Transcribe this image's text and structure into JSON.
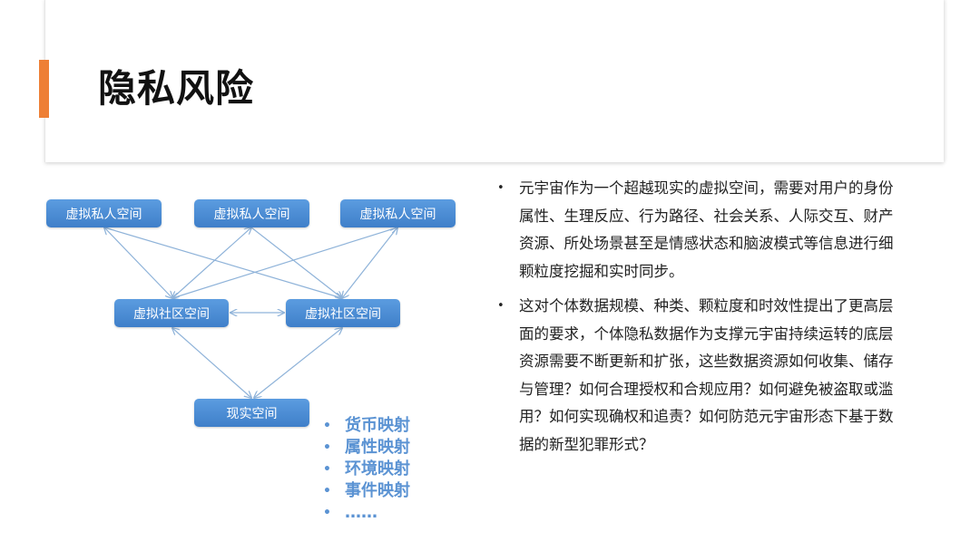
{
  "header": {
    "title": "隐私风险",
    "accent_color": "#ee7f35"
  },
  "diagram": {
    "node_color": "#4a8bd6",
    "edge_color": "#8fb3d9",
    "nodes": {
      "private_1": "虚拟私人空间",
      "private_2": "虚拟私人空间",
      "private_3": "虚拟私人空间",
      "community_1": "虚拟社区空间",
      "community_2": "虚拟社区空间",
      "reality": "现实空间"
    },
    "mappings": [
      "货币映射",
      "属性映射",
      "环境映射",
      "事件映射",
      "……"
    ]
  },
  "bullets": [
    "元宇宙作为一个超越现实的虚拟空间，需要对用户的身份属性、生理反应、行为路径、社会关系、人际交互、财产资源、所处场景甚至是情感状态和脑波模式等信息进行细颗粒度挖掘和实时同步。",
    "这对个体数据规模、种类、颗粒度和时效性提出了更高层面的要求，个体隐私数据作为支撑元宇宙持续运转的底层资源需要不断更新和扩张，这些数据资源如何收集、储存与管理？如何合理授权和合规应用？如何避免被盗取或滥用？如何实现确权和追责？如何防范元宇宙形态下基于数据的新型犯罪形式？"
  ],
  "bullet_glyph": "•"
}
